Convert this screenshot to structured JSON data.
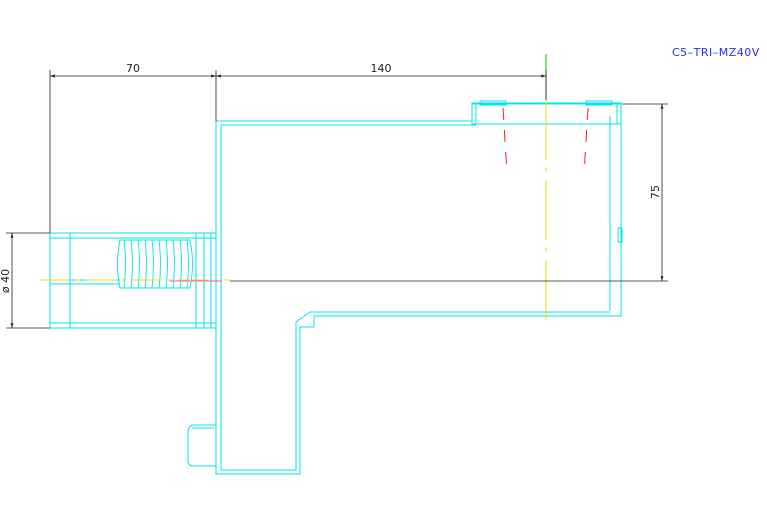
{
  "drawing": {
    "title": "C5–TRI–MZ40V",
    "dimensions": {
      "shank_length": "70",
      "body_length": "140",
      "height": "75",
      "shank_diameter": "ø 40"
    },
    "colors": {
      "outline": "#00e5ee",
      "dimension": "#222222",
      "hidden": "#ff1a1a",
      "centerline_yellow": "#e6e600",
      "centerline_green": "#00c000",
      "title": "#2a2aff",
      "leader": "#ff4fd8"
    }
  }
}
